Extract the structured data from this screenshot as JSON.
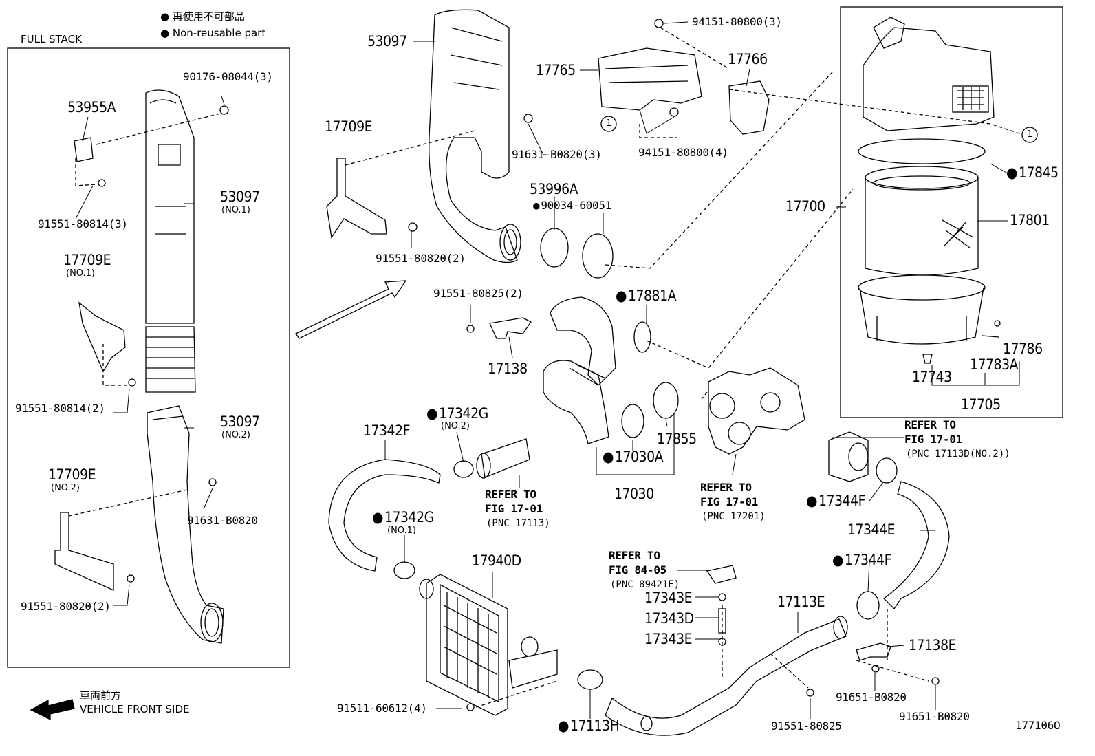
{
  "legend": {
    "jp": "再使用不可部品",
    "en": "Non-reusable part",
    "front_jp": "車両前方",
    "front_en": "VEHICLE FRONT SIDE"
  },
  "full_stack": {
    "title": "FULL STACK",
    "labels": {
      "p90176": "90176-08044(3)",
      "p53955A": "53955A",
      "p53097_1": "53097",
      "p53097_1_sub": "(NO.1)",
      "p91551_80814_3": "91551-80814(3)",
      "p17709E_1": "17709E",
      "p17709E_1_sub": "(NO.1)",
      "p91551_80814_2": "91551-80814(2)",
      "p53097_2": "53097",
      "p53097_2_sub": "(NO.2)",
      "p17709E_2": "17709E",
      "p17709E_2_sub": "(NO.2)",
      "p91631_B0820": "91631-B0820",
      "p91551_80820_2": "91551-80820(2)"
    }
  },
  "main": {
    "p53097": "53097",
    "p17709E": "17709E",
    "p91551_80820_2": "91551-80820(2)",
    "p91631_B0820_3": "91631-B0820(3)",
    "p94151_top": "94151-80800(3)",
    "p17765": "17765",
    "p17766": "17766",
    "p94151_4": "94151-80800(4)",
    "circle1": "1",
    "circle1b": "1",
    "p53996A": "53996A",
    "p90034": "90034-60051",
    "p91551_80825_2": "91551-80825(2)",
    "p17138": "17138",
    "p17881A": "17881A",
    "p17342F": "17342F",
    "p17342G_2": "17342G",
    "p17342G_2_sub": "(NO.2)",
    "p17342G_1": "17342G",
    "p17342G_1_sub": "(NO.1)",
    "ref_17113": [
      "REFER TO",
      "FIG 17-01",
      "(PNC 17113)"
    ],
    "p17030A": "17030A",
    "p17030": "17030",
    "p17855": "17855",
    "ref_17201": [
      "REFER TO",
      "FIG 17-01",
      "(PNC 17201)"
    ],
    "p17940D": "17940D",
    "ref_89421E": [
      "REFER TO",
      "FIG 84-05",
      "(PNC 89421E)"
    ],
    "p17343E_a": "17343E",
    "p17343D": "17343D",
    "p17343E_b": "17343E",
    "p17113E": "17113E",
    "p91511": "91511-60612(4)",
    "p17113H": "17113H",
    "p91551_80825": "91551-80825",
    "p17700": "17700",
    "p17845": "17845",
    "p17801": "17801",
    "p17786": "17786",
    "p17743": "17743",
    "p17783A": "17783A",
    "p17705": "17705",
    "ref_17113D": [
      "REFER TO",
      "FIG 17-01",
      "(PNC 17113D(NO.2))"
    ],
    "p17344F_a": "17344F",
    "p17344E": "17344E",
    "p17344F_b": "17344F",
    "p17138E": "17138E",
    "p91651_a": "91651-B0820",
    "p91651_b": "91651-B0820",
    "figure_id": "177106O"
  }
}
